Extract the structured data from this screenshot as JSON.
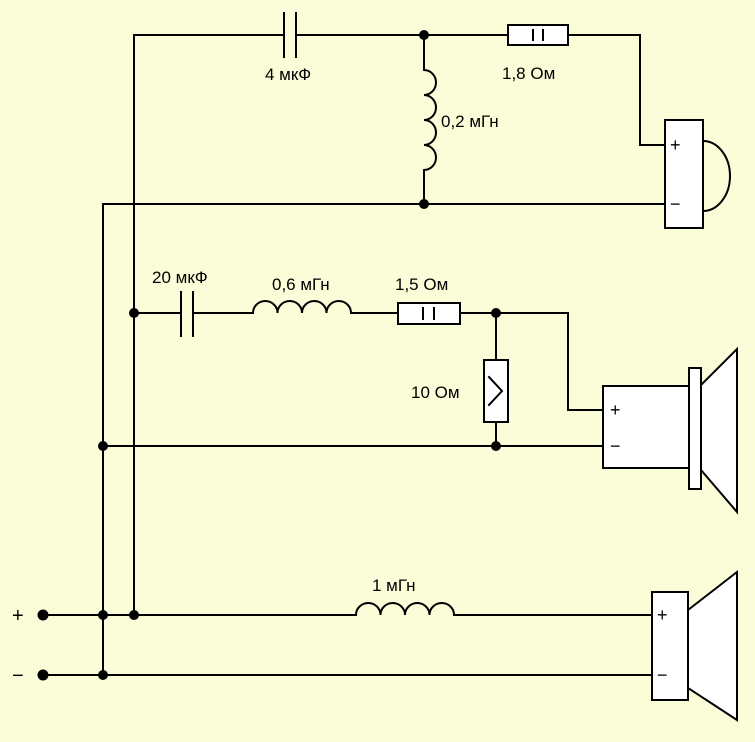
{
  "colors": {
    "background": "#fbfdd9",
    "stroke": "#000000",
    "component_fill": "#ffffff"
  },
  "tweeter_section": {
    "capacitor_label": "4 мкФ",
    "inductor_label": "0,2 мГн",
    "resistor_label": "1,8 Ом"
  },
  "midrange_section": {
    "capacitor_label": "20 мкФ",
    "inductor_label": "0,6 мГн",
    "resistor_series_label": "1,5 Ом",
    "resistor_shunt_label": "10 Ом"
  },
  "woofer_section": {
    "inductor_label": "1 мГн"
  },
  "terminals": {
    "plus_label": "+",
    "minus_label": "−"
  },
  "speaker_polarity": {
    "plus": "+",
    "minus": "−"
  }
}
